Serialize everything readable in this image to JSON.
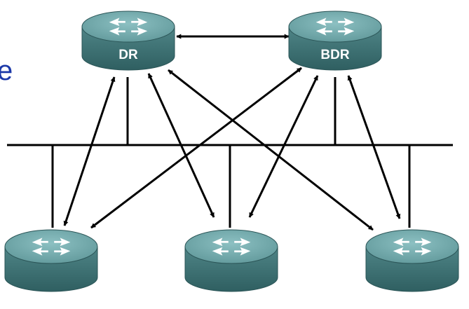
{
  "diagram": {
    "routers": [
      {
        "id": "dr",
        "label": "DR"
      },
      {
        "id": "bdr",
        "label": "BDR"
      },
      {
        "id": "router-1",
        "label": ""
      },
      {
        "id": "router-2",
        "label": ""
      },
      {
        "id": "router-3",
        "label": ""
      }
    ],
    "partial_edge_text": "e",
    "colors": {
      "router_top": "#6fa4a6",
      "router_side": "#3f7476",
      "router_arrows": "#ffffff",
      "links": "#000000",
      "partial_text": "#1c39a8"
    },
    "adjacencies": [
      [
        "dr",
        "bdr"
      ],
      [
        "dr",
        "router-1"
      ],
      [
        "dr",
        "router-2"
      ],
      [
        "dr",
        "router-3"
      ],
      [
        "bdr",
        "router-1"
      ],
      [
        "bdr",
        "router-2"
      ],
      [
        "bdr",
        "router-3"
      ]
    ]
  }
}
